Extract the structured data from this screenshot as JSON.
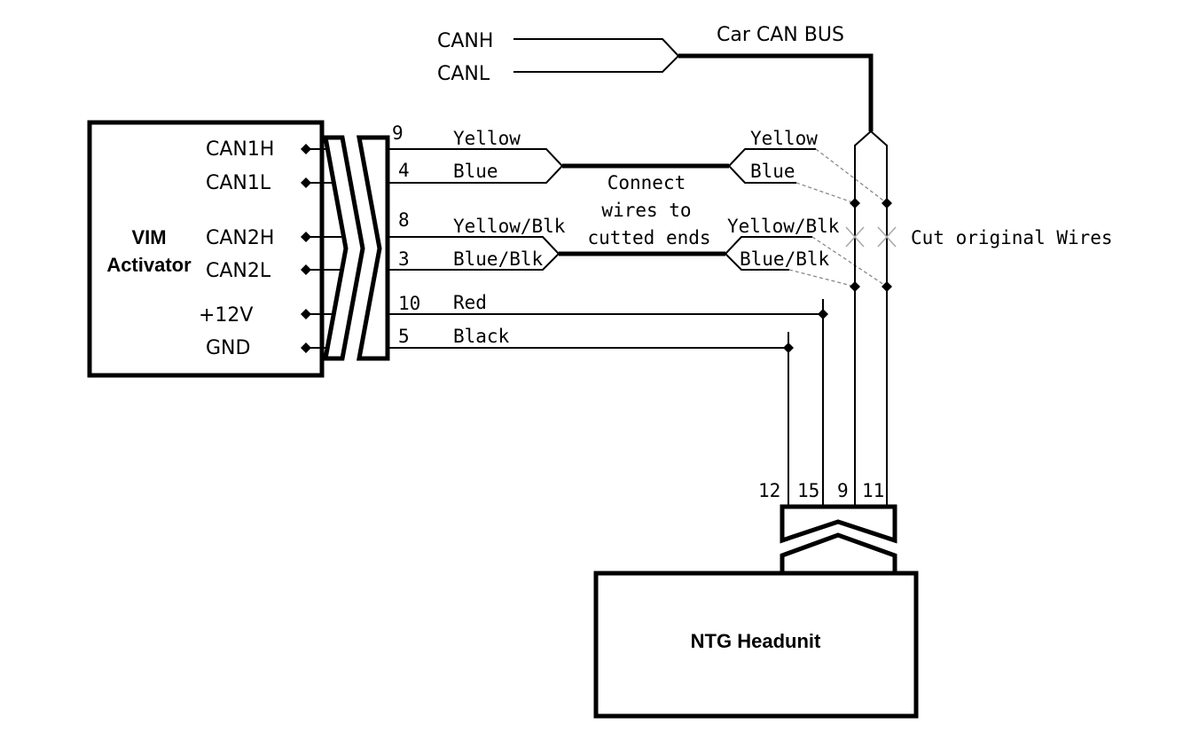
{
  "car_bus": {
    "canh": "CANH",
    "canl": "CANL",
    "title": "Car CAN BUS"
  },
  "vim": {
    "title_line1": "VIM",
    "title_line2": "Activator",
    "pins": [
      "CAN1H",
      "CAN1L",
      "CAN2H",
      "CAN2L",
      "+12V",
      "GND"
    ]
  },
  "harness": {
    "pin_numbers": [
      "9",
      "4",
      "8",
      "3",
      "10",
      "5"
    ],
    "wire_colors": [
      "Yellow",
      "Blue",
      "Yellow/Blk",
      "Blue/Blk",
      "Red",
      "Black"
    ]
  },
  "splice_note": {
    "line1": "Connect",
    "line2": "wires to",
    "line3": "cutted ends"
  },
  "original_wires": [
    "Yellow",
    "Blue",
    "Yellow/Blk",
    "Blue/Blk"
  ],
  "cut_label": "Cut original Wires",
  "headunit": {
    "pins": [
      "12",
      "15",
      "9",
      "11"
    ],
    "title": "NTG Headunit"
  }
}
